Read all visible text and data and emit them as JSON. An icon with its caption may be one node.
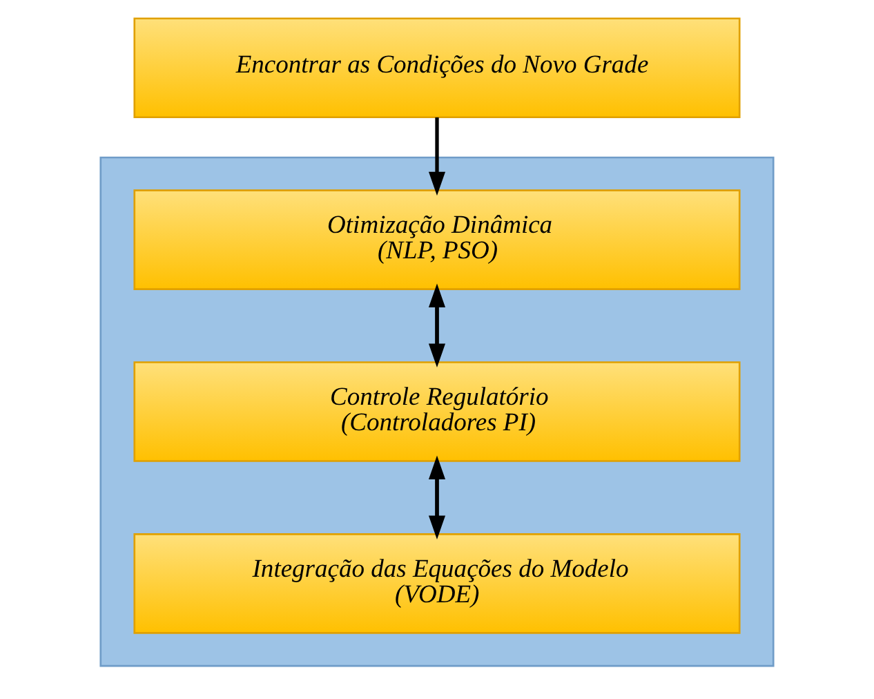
{
  "diagram": {
    "nodes": [
      {
        "text": [
          "Encontrar as Condições do Novo Grade"
        ]
      },
      {
        "text": [],
        "shape": "box"
      },
      {
        "text": [
          "Otimização Dinâmica",
          "(NLP, PSO)"
        ],
        "in": 1
      },
      {
        "text": [
          "Controle Regulatório",
          "(Controladores PI)"
        ],
        "in": 1
      },
      {
        "text": [
          "Integração das Equações do Modelo",
          "(VODE)"
        ],
        "in": 1
      }
    ],
    "edges": [
      {
        "from": 0,
        "to": 2,
        "arrow": "to"
      },
      {
        "from": 2,
        "to": 3,
        "arrow": "to"
      },
      {
        "from": 3,
        "to": 2,
        "arrow": "to"
      },
      {
        "from": 3,
        "to": 4,
        "arrow": "to"
      },
      {
        "from": 4,
        "to": 3,
        "arrow": "to"
      }
    ]
  }
}
